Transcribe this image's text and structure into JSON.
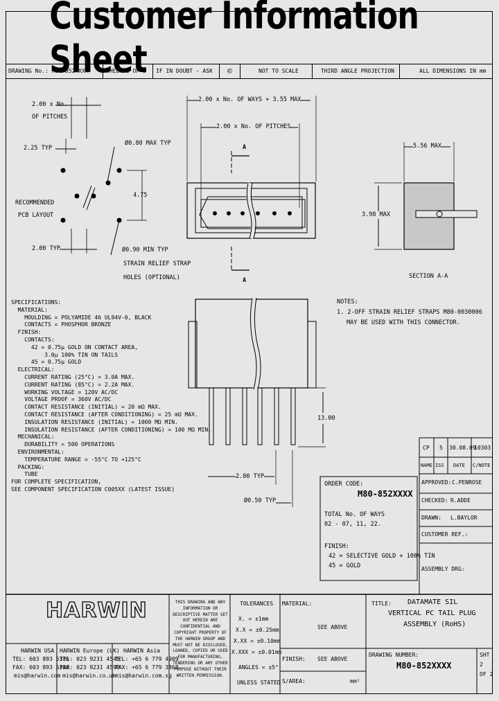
{
  "title": "Customer Information Sheet",
  "header": {
    "drawing_no": "DRAWING No.: M80-852XXXX",
    "sheet": "SHEET 2 OF 2",
    "if_in_doubt": "IF IN DOUBT - ASK",
    "copyright": "©",
    "scale": "NOT TO SCALE",
    "projection": "THIRD ANGLE PROJECTION",
    "dimensions": "ALL DIMENSIONS IN mm"
  },
  "footprint": {
    "pitches_label_1": "2.00 x No.",
    "pitches_label_2": "OF PITCHES",
    "typ_225": "2.25 TYP",
    "hole_080": "Ø0.80 MAX TYP",
    "dim_475": "4.75",
    "recommended_1": "RECOMMENDED",
    "recommended_2": "PCB LAYOUT",
    "typ_200": "2.00 TYP",
    "hole_090": "Ø0.90 MIN TYP",
    "strain_1": "STRAIN RELIEF STRAP",
    "strain_2": "HOLES (OPTIONAL)"
  },
  "top_view": {
    "overall": "2.00 x No. OF WAYS + 3.55 MAX",
    "pitches": "2.00 x No. OF PITCHES",
    "section_mark": "A"
  },
  "section_view": {
    "width": "5.56 MAX",
    "height": "3.98 MAX",
    "label": "SECTION  A-A"
  },
  "notes": {
    "heading": "NOTES:",
    "line1": "1. 2-OFF STRAIN RELIEF STRAPS M80-0030006",
    "line2": "MAY BE USED WITH THIS CONNECTOR."
  },
  "front_view": {
    "height": "13.00",
    "pitch": "2.00 TYP",
    "pin_dia": "Ø0.50 TYP"
  },
  "specifications": [
    "SPECIFICATIONS:",
    "  MATERIAL:",
    "    MOULDING = POLYAMIDE 46 UL94V-0, BLACK",
    "    CONTACTS = PHOSPHOR BRONZE",
    "  FINISH:",
    "    CONTACTS:",
    "      42 = 0.75μ GOLD ON CONTACT AREA,",
    "          3.0μ 100% TIN ON TAILS",
    "      45 = 0.75μ GOLD",
    "  ELECTRICAL:",
    "    CURRENT RATING (25°C) = 3.0A MAX.",
    "    CURRENT RATING (85°C) = 2.2A MAX.",
    "    WORKING VOLTAGE = 120V AC/DC",
    "    VOLTAGE PROOF = 360V AC/DC",
    "    CONTACT RESISTANCE (INITIAL) = 20 mΩ MAX.",
    "    CONTACT RESISTANCE (AFTER CONDITIONING) = 25 mΩ MAX.",
    "    INSULATION RESISTANCE (INITIAL) = 1000 MΩ MIN.",
    "    INSULATION RESISTANCE (AFTER CONDITIONING) = 100 MΩ MIN.",
    "  MECHANICAL:",
    "    DURABILITY = 500 OPERATIONS",
    "  ENVIRONMENTAL:",
    "    TEMPERATURE RANGE = -55°C TO +125°C",
    "  PACKING:",
    "    TUBE",
    "FOR COMPLETE SPECIFICATION,",
    "SEE COMPONENT SPECIFICATION C005XX (LATEST ISSUE)"
  ],
  "order_code": {
    "label": "ORDER CODE:",
    "code": "M80-852XXXX",
    "ways_1": "TOTAL No. OF WAYS",
    "ways_2": "02 - 07, 11, 22.",
    "finish_label": "FINISH:",
    "finish_42": "42 = SELECTIVE GOLD + 100% TIN",
    "finish_45": "45 = GOLD"
  },
  "revision": {
    "cp": "CP",
    "rev": "5",
    "date": "30.08.09",
    "cn": "10303",
    "h_name": "NAME",
    "h_iss": "ISS",
    "h_date": "DATE",
    "h_cn": "C/NOTE"
  },
  "approvals": {
    "approved": "APPROVED:",
    "approved_name": "C.PENROSE",
    "checked": "CHECKED:",
    "checked_name": "R.ADDE",
    "drawn": "DRAWN:",
    "drawn_name": "L.BAYLOR",
    "customer_ref": "CUSTOMER REF.:",
    "assembly_drg": "ASSEMBLY DRG:"
  },
  "footer": {
    "logo": "HARWIN",
    "usa": {
      "name": "HARWIN USA",
      "tel": "TEL: 603 893 5376",
      "fax": "FAX: 603 893 5396",
      "email": "mis@harwin.com"
    },
    "europe": {
      "name": "HARWIN Europe (UK)",
      "tel": "TEL: 023 9231 4545",
      "fax": "FAX: 023 9231 4590",
      "email": "mis@harwin.co.uk"
    },
    "asia": {
      "name": "HARWIN Asia",
      "tel": "TEL: +65 6 779 4909",
      "fax": "FAX: +65 6 779 3868",
      "email": "mis@harwin.com.sg"
    },
    "confidential": "THIS DRAWING AND ANY INFORMATION OR DESCRIPTIVE MATTER SET OUT HEREIN ARE CONFIDENTIAL AND COPYRIGHT PROPERTY OF THE HARWIN GROUP AND MUST NOT BE DISCLOSED, LOANED, COPIED OR USED FOR MANUFACTURING, TENDERING OR ANY OTHER PURPOSE WITHOUT THEIR WRITTEN PERMISSION.",
    "tolerances": "TOLERANCES",
    "tol_x": "X. = ±1mm",
    "tol_xx": "X.X = ±0.25mm",
    "tol_xxx": "X.XX = ±0.10mm",
    "tol_xxxx": "X.XXX = ±0.01mm",
    "angles": "ANGLES = ±5°",
    "unless": "UNLESS STATED",
    "material": "MATERIAL:",
    "material_val": "SEE ABOVE",
    "finish": "FINISH:",
    "finish_val": "SEE ABOVE",
    "sarea": "S/AREA:",
    "sarea_unit": "mm²",
    "title_label": "TITLE:",
    "title_1": "DATAMATE SIL",
    "title_2": "VERTICAL PC TAIL PLUG",
    "title_3": "ASSEMBLY (RoHS)",
    "drawing_number_label": "DRAWING NUMBER:",
    "drawing_number": "M80-852XXXX",
    "sht": "SHT",
    "sht_num": "2",
    "sht_of": "OF 2"
  }
}
